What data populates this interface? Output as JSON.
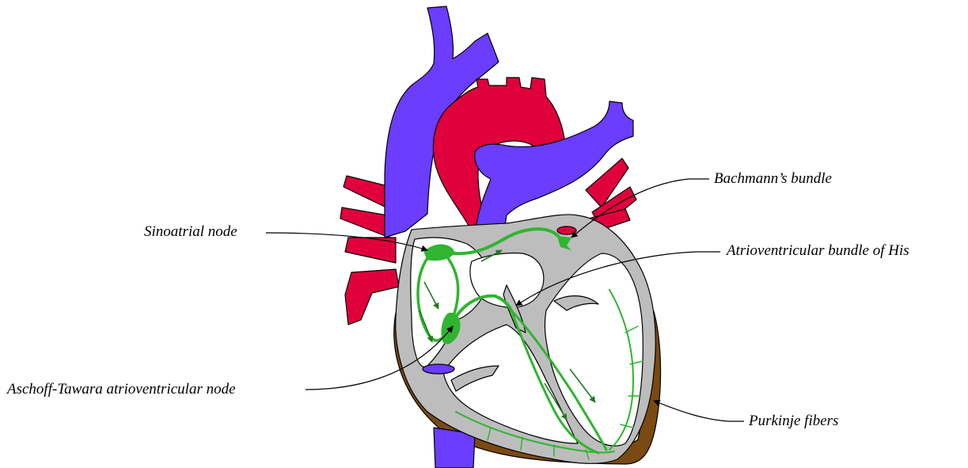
{
  "labels": {
    "sinoatrial": "Sinoatrial node",
    "bachmann": "Bachmann’s bundle",
    "his": "Atrioventricular bundle of His",
    "av_node": "Aschoff-Tawara atrioventricular node",
    "purkinje": "Purkinje fibers"
  },
  "colors": {
    "veins": "#6a3dff",
    "arteries": "#e0003c",
    "septum_walls": "#bdbdbd",
    "pericardium": "#7a4a12",
    "conduction": "#2fb52f",
    "conduction_arrows": "#1f7a1f"
  }
}
